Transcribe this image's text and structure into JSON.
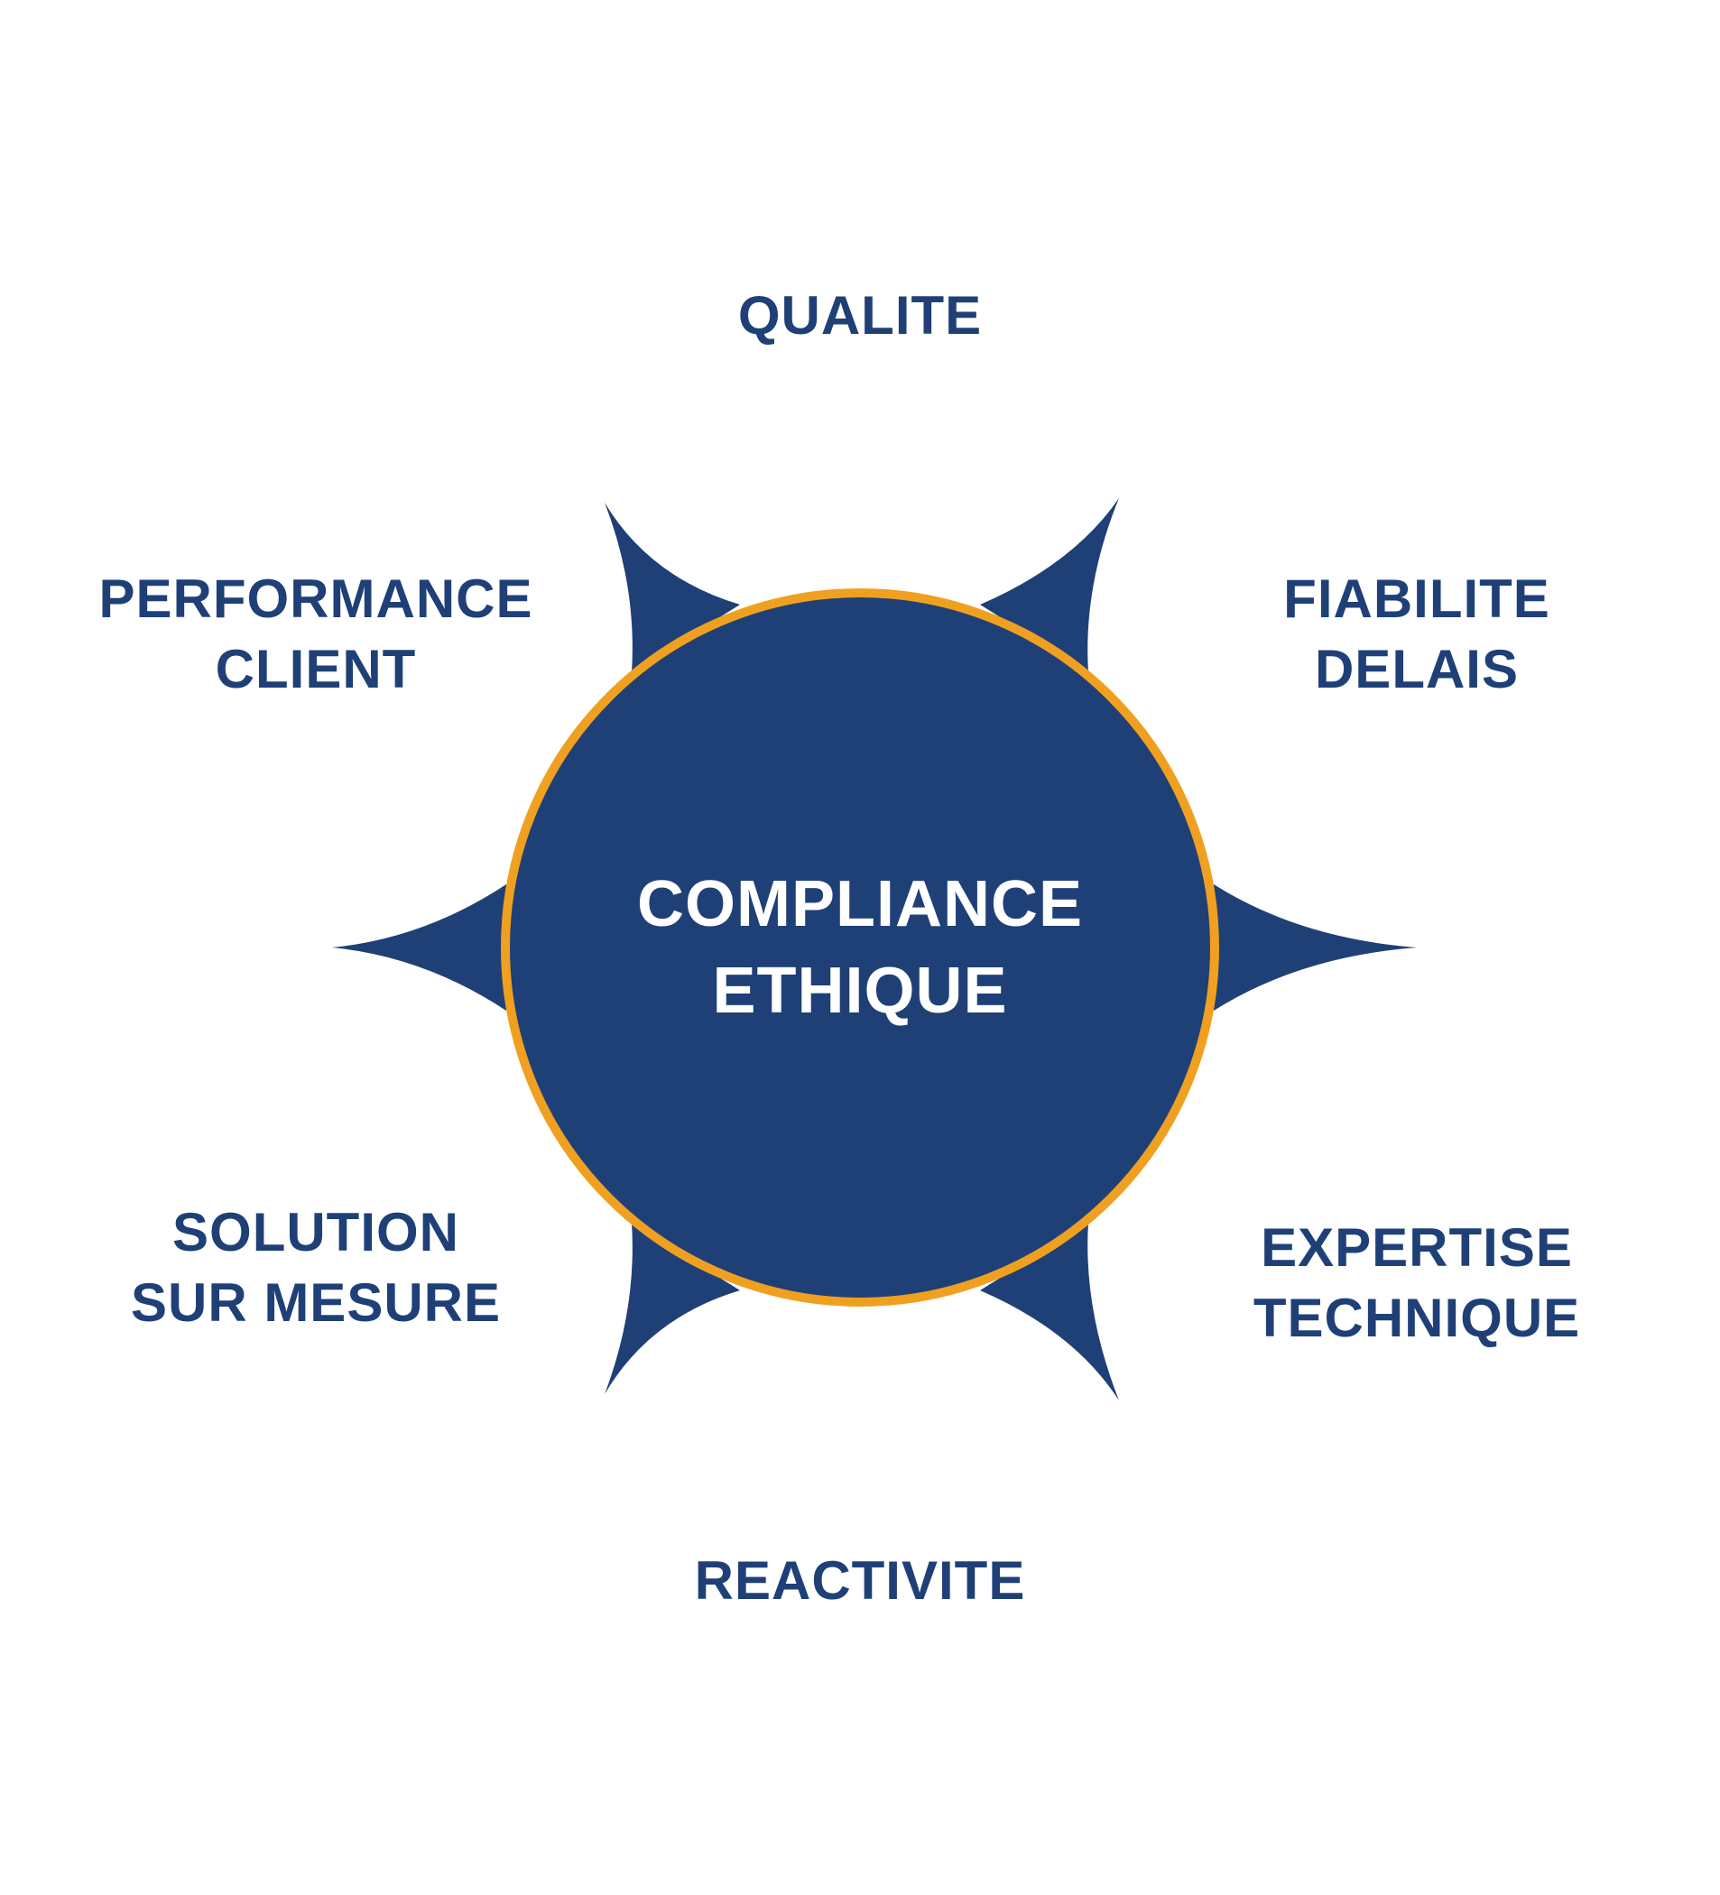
{
  "colors": {
    "navy": "#1f4077",
    "orange": "#f0a020",
    "center_text": "#ffffff",
    "background": "#ffffff"
  },
  "center": {
    "line1": "COMPLIANCE",
    "line2": "ETHIQUE"
  },
  "labels": {
    "top": {
      "line1": "QUALITE"
    },
    "top_right": {
      "line1": "FIABILITE",
      "line2": "DELAIS"
    },
    "bottom_right": {
      "line1": "EXPERTISE",
      "line2": "TECHNIQUE"
    },
    "bottom": {
      "line1": "REACTIVITE"
    },
    "bottom_left": {
      "line1": "SOLUTION",
      "line2": "SUR MESURE"
    },
    "top_left": {
      "line1": "PERFORMANCE",
      "line2": "CLIENT"
    }
  }
}
